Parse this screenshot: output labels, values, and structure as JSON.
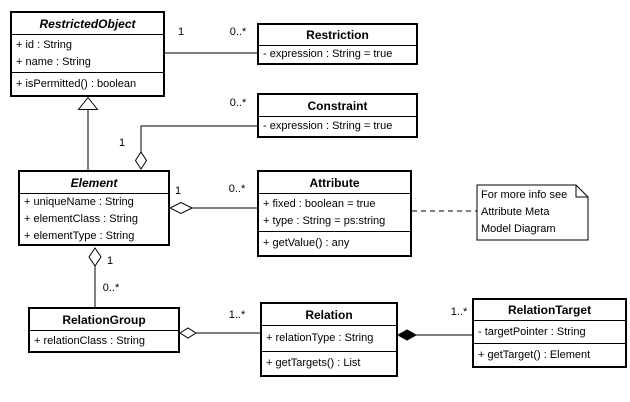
{
  "classes": {
    "restricted_object": {
      "name": "RestrictedObject",
      "abstract": true,
      "attributes": [
        "+ id : String",
        "+ name : String"
      ],
      "operations": [
        "+ isPermitted() : boolean"
      ]
    },
    "restriction": {
      "name": "Restriction",
      "abstract": false,
      "attributes": [
        "- expression : String = true"
      ],
      "operations": []
    },
    "constraint": {
      "name": "Constraint",
      "abstract": false,
      "attributes": [
        "- expression : String = true"
      ],
      "operations": []
    },
    "element": {
      "name": "Element",
      "abstract": true,
      "attributes": [
        "+ uniqueName : String",
        "+ elementClass : String",
        "+ elementType : String"
      ],
      "operations": []
    },
    "attribute": {
      "name": "Attribute",
      "abstract": false,
      "attributes": [
        "+ fixed : boolean = true",
        "+ type : String = ps:string"
      ],
      "operations": [
        "+ getValue() : any"
      ]
    },
    "relation_group": {
      "name": "RelationGroup",
      "abstract": false,
      "attributes": [
        "+ relationClass : String"
      ],
      "operations": []
    },
    "relation": {
      "name": "Relation",
      "abstract": false,
      "attributes": [
        "+ relationType : String"
      ],
      "operations": [
        "+ getTargets() : List"
      ]
    },
    "relation_target": {
      "name": "RelationTarget",
      "abstract": false,
      "attributes": [
        "- targetPointer : String"
      ],
      "operations": [
        "+ getTarget() : Element"
      ]
    }
  },
  "note": {
    "lines": [
      "For more info see",
      "Attribute Meta",
      "Model Diagram"
    ]
  },
  "multiplicities": {
    "restrictedobject_restriction": {
      "source": "1",
      "target": "0..*"
    },
    "element_constraint": {
      "source": "1",
      "target": "0..*"
    },
    "element_attribute": {
      "source": "1",
      "target": "0..*"
    },
    "element_relationgroup": {
      "source": "1",
      "target": "0..*"
    },
    "relationgroup_relation": {
      "target": "1..*"
    },
    "relation_relationtarget": {
      "target": "1..*"
    }
  },
  "colors": {
    "line": "#000000",
    "fill": "#ffffff",
    "text": "#000000"
  }
}
